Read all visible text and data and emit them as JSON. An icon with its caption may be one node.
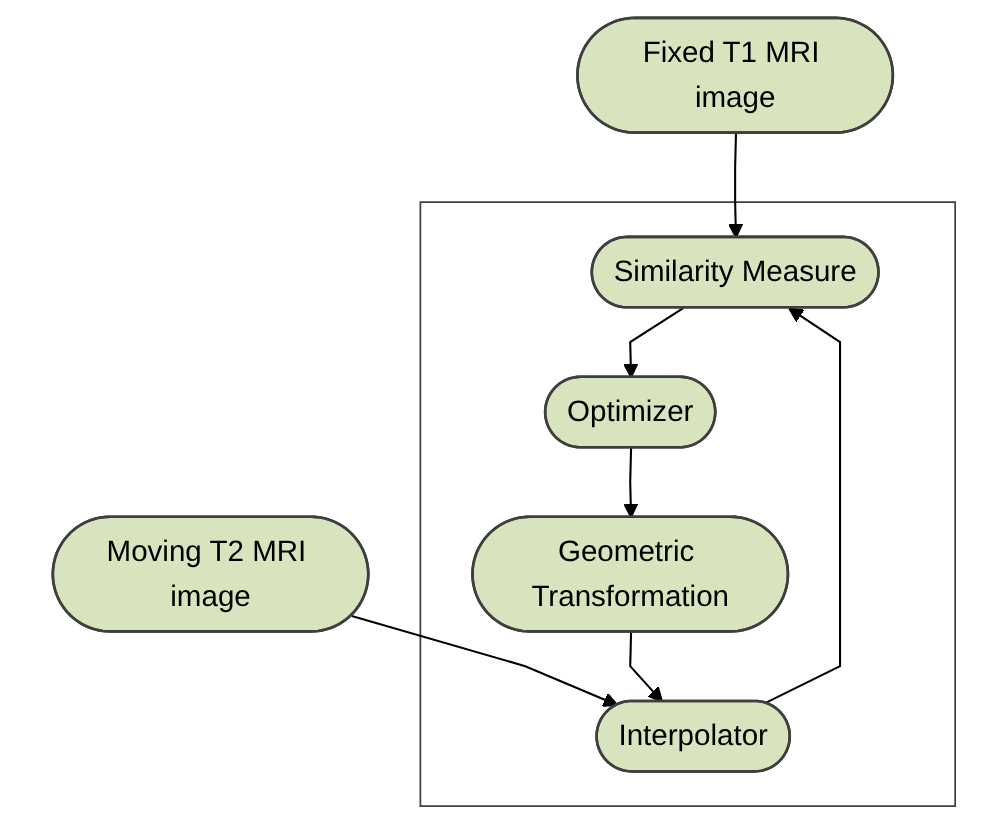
{
  "diagram": {
    "nodes": [
      {
        "text": [
          "Fixed T1 MRI image"
        ]
      },
      {
        "text": [
          "Moving T2 MRI image"
        ]
      },
      {
        "text": [],
        "shape": "box"
      },
      {
        "text": [
          "Similarity Measure"
        ],
        "in": 2
      },
      {
        "text": [
          "Interpolator"
        ],
        "in": 2
      },
      {
        "text": [
          "Optimizer"
        ],
        "in": 2
      },
      {
        "text": [
          "Geometric Transformation"
        ],
        "in": 2
      }
    ],
    "edges": [
      {
        "from": 0,
        "to": 3,
        "arrow": "to"
      },
      {
        "from": 1,
        "to": 4,
        "arrow": "to"
      },
      {
        "from": 4,
        "to": 3,
        "arrow": "to"
      },
      {
        "from": 3,
        "to": 5,
        "arrow": "to"
      },
      {
        "from": 5,
        "to": 6,
        "arrow": "to"
      },
      {
        "from": 6,
        "to": 4,
        "arrow": "to"
      }
    ]
  }
}
